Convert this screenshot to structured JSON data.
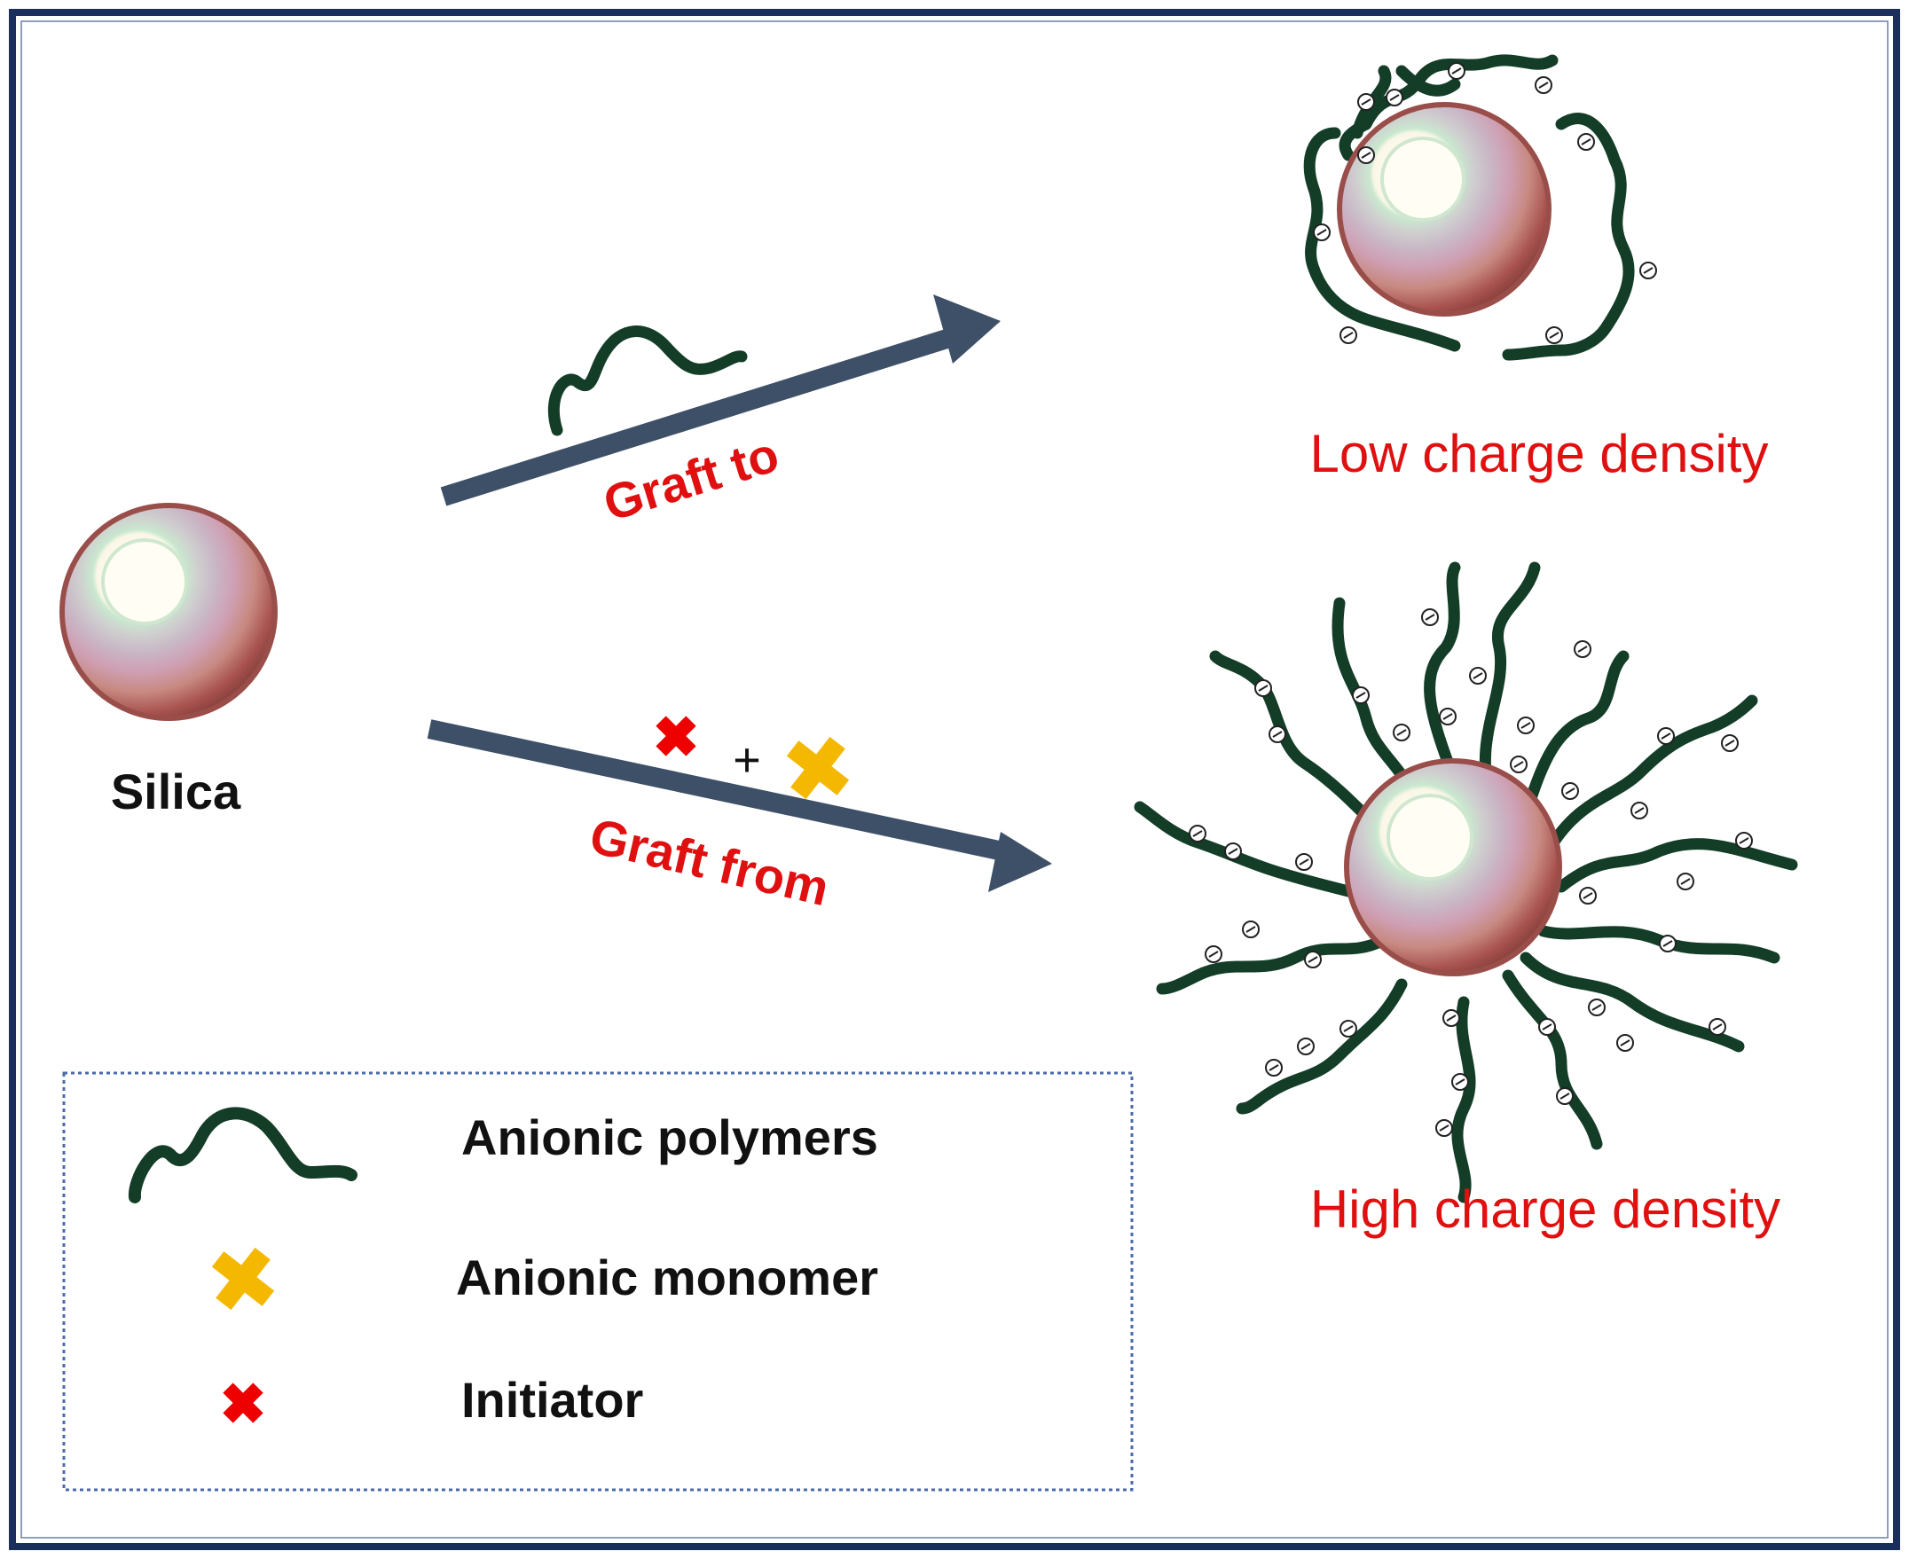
{
  "labels": {
    "silica": "Silica",
    "graft_to": "Graft to",
    "graft_from": "Graft from",
    "low_density": "Low charge density",
    "high_density": "High charge density",
    "plus": "+"
  },
  "legend": {
    "polymer": "Anionic polymers",
    "monomer": "Anionic monomer",
    "initiator": "Initiator"
  },
  "symbols": {
    "charge": "⊖"
  },
  "colors": {
    "frame": "#1b2f5c",
    "arrow": "#3e5068",
    "polymer": "#143d28",
    "label_red": "#e01010",
    "monomer": "#f5b800",
    "initiator": "#ee0000",
    "sphere_rim": "#9a4e4a"
  }
}
